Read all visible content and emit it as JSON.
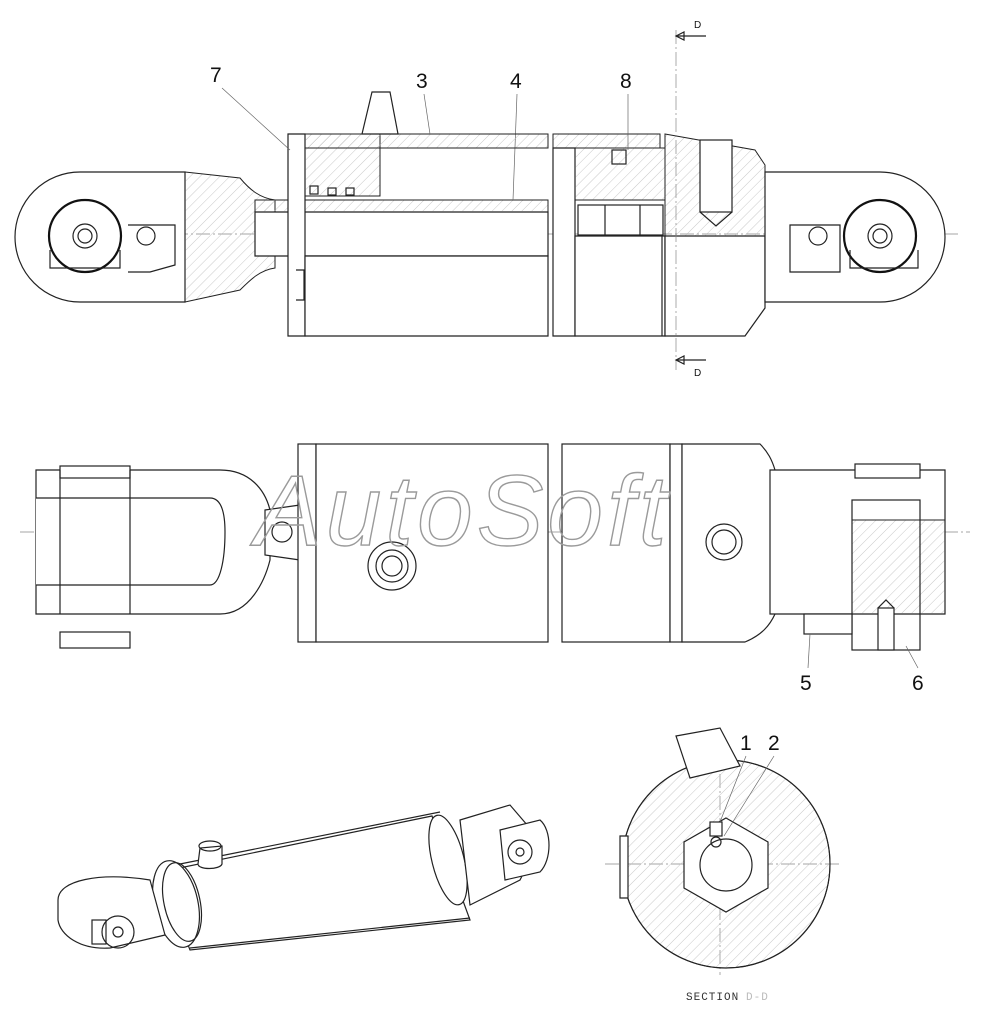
{
  "watermark": "AutoSoft",
  "callouts": [
    {
      "id": "1",
      "text": "1"
    },
    {
      "id": "2",
      "text": "2"
    },
    {
      "id": "3",
      "text": "3"
    },
    {
      "id": "4",
      "text": "4"
    },
    {
      "id": "5",
      "text": "5"
    },
    {
      "id": "6",
      "text": "6"
    },
    {
      "id": "7",
      "text": "7"
    },
    {
      "id": "8",
      "text": "8"
    }
  ],
  "section_markers": {
    "top": "D",
    "bottom": "D"
  },
  "section_view": {
    "label": "SECTION",
    "suffix": "D-D"
  },
  "colors": {
    "line": "#222222",
    "watermark": "#9a9a9a",
    "background": "#ffffff"
  }
}
